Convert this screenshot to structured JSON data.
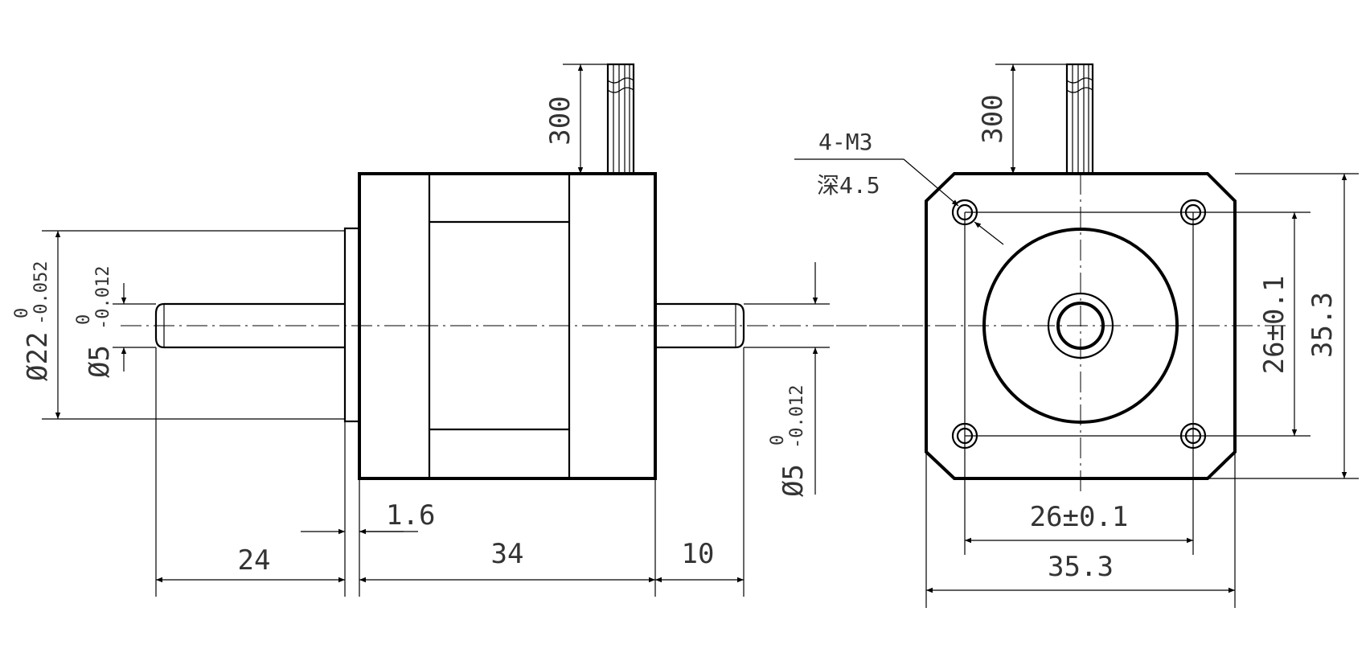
{
  "side_view": {
    "lead_length": "300",
    "body_diameter": "Ø22",
    "body_diameter_tol_upper": "0",
    "body_diameter_tol_lower": "-0.052",
    "shaft_left_diameter": "Ø5",
    "shaft_left_tol_upper": "0",
    "shaft_left_tol_lower": "-0.012",
    "shaft_right_diameter": "Ø5",
    "shaft_right_tol_upper": "0",
    "shaft_right_tol_lower": "-0.012",
    "boss_length": "1.6",
    "front_shaft_length": "24",
    "body_length": "34",
    "rear_shaft_length": "10"
  },
  "front_view": {
    "lead_length": "300",
    "hole_spec": "4-M3",
    "hole_depth": "深4.5",
    "hole_pitch_vertical": "26±0.1",
    "flange_height": "35.3",
    "hole_pitch_horizontal": "26±0.1",
    "flange_width": "35.3"
  }
}
